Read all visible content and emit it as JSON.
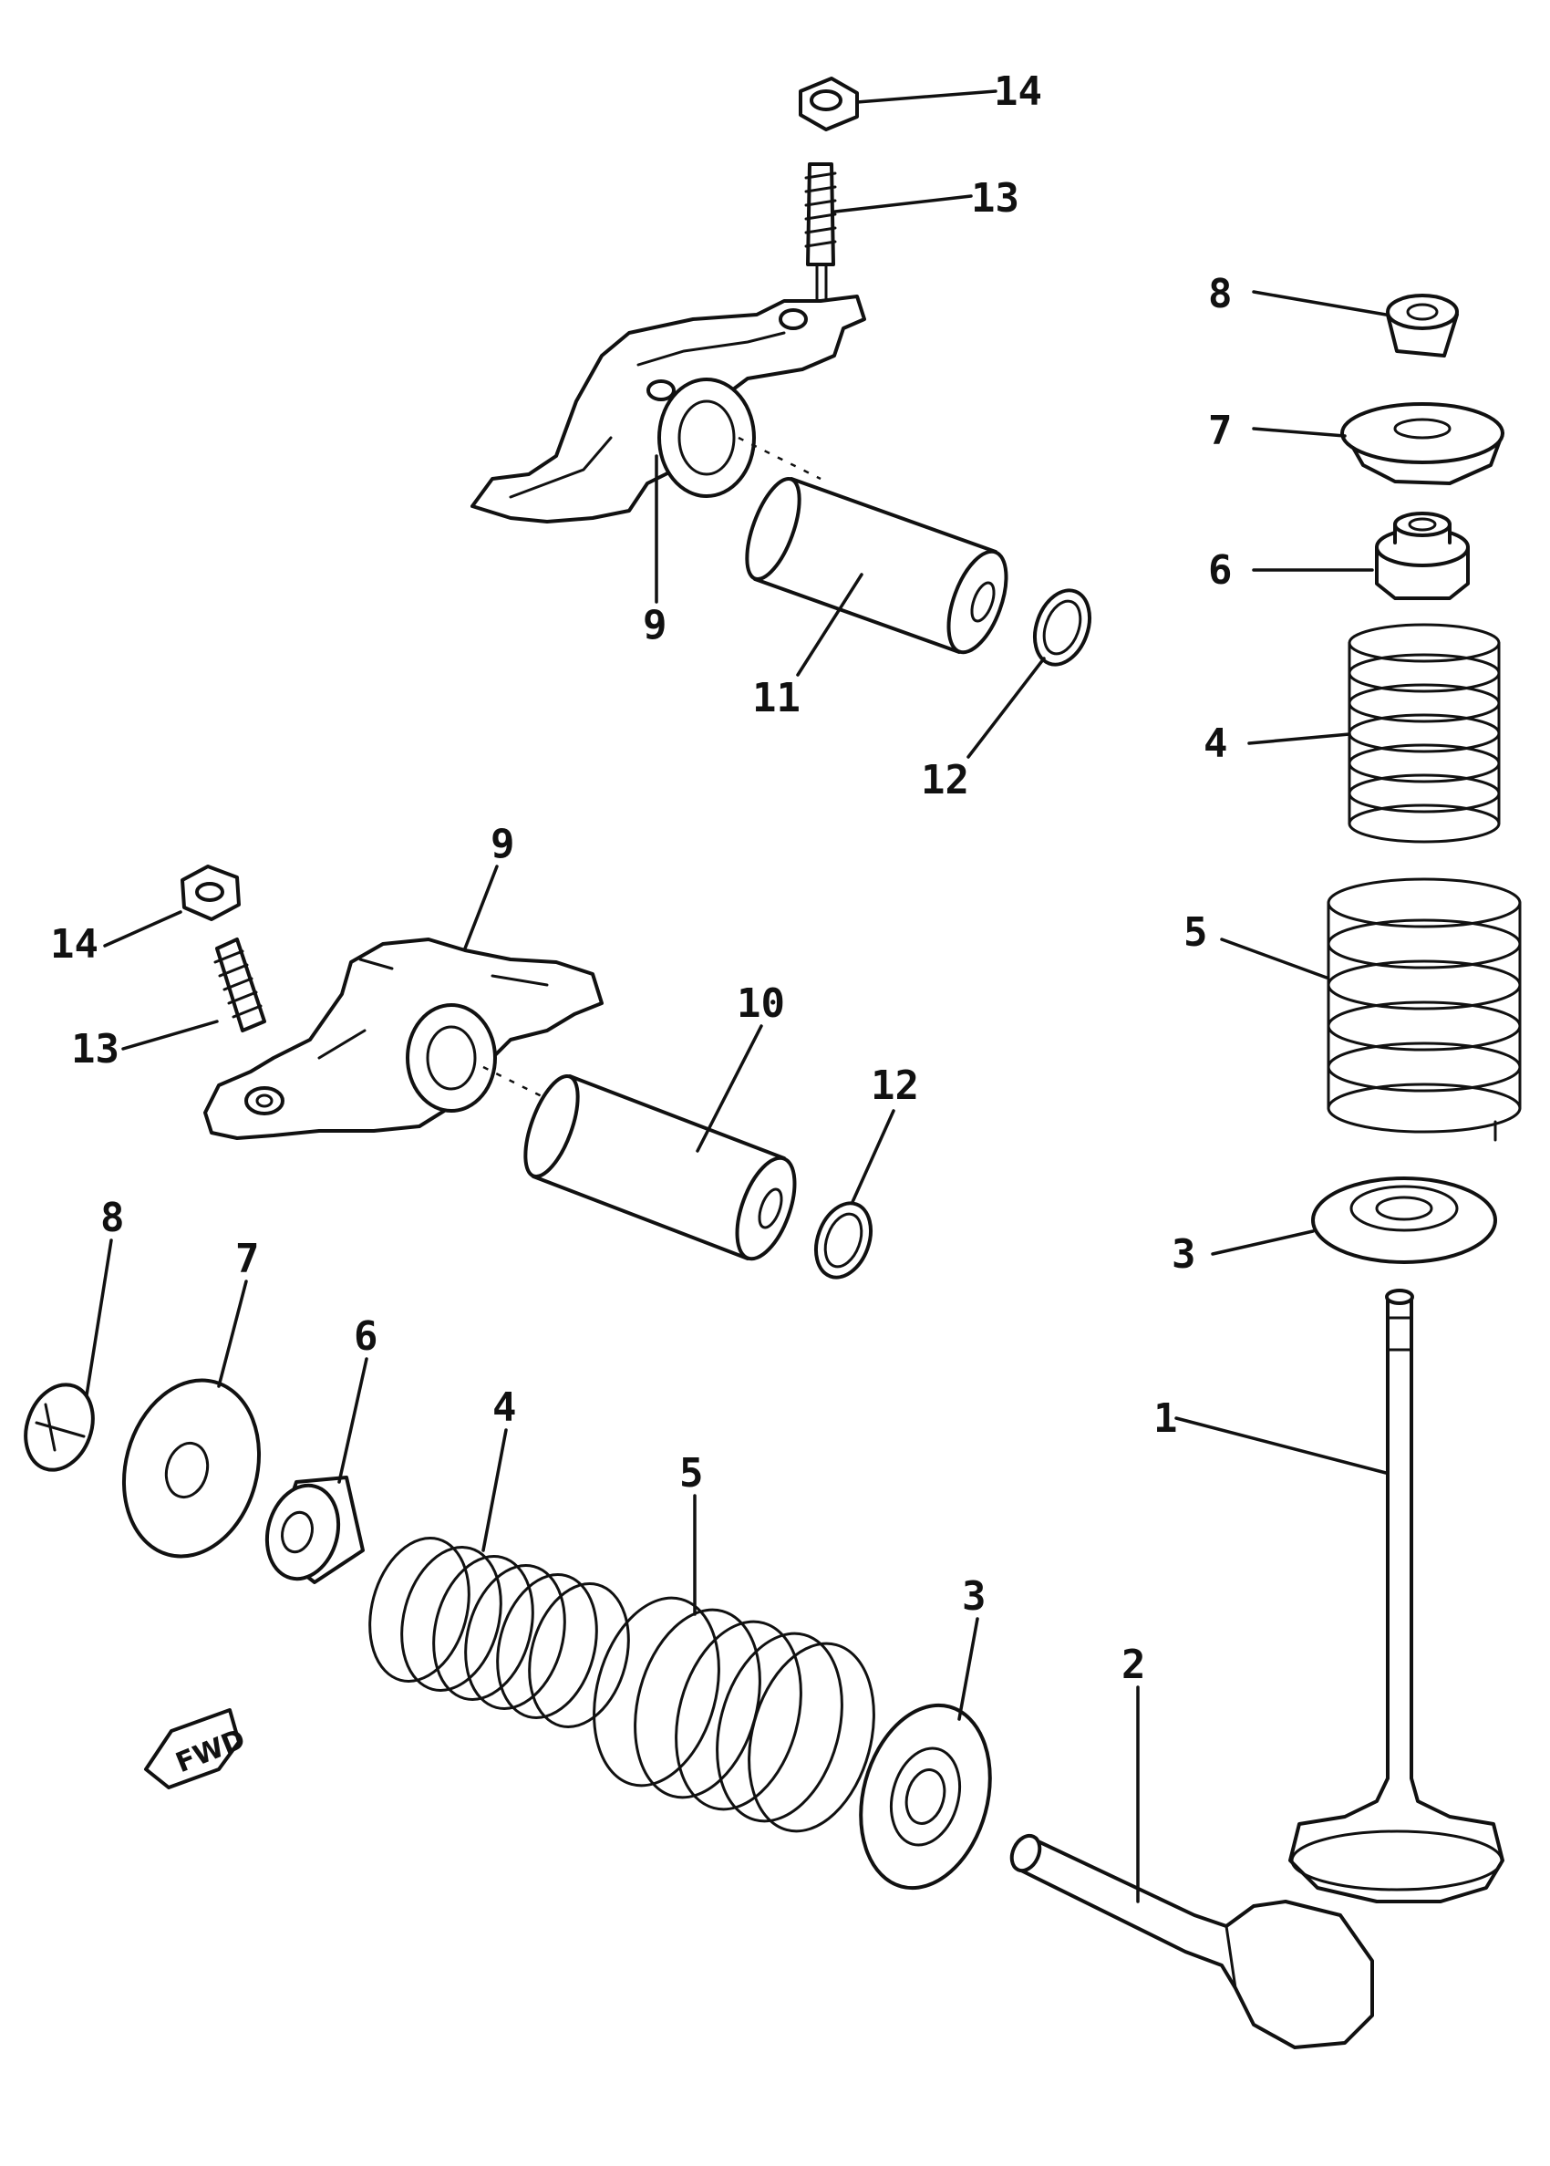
{
  "diagram": {
    "callouts": {
      "c14a": "14",
      "c13a": "13",
      "c8a": "8",
      "c7a": "7",
      "c6a": "6",
      "c9a": "9",
      "c11": "11",
      "c12a": "12",
      "c4a": "4",
      "c5a": "5",
      "c9b": "9",
      "c14b": "14",
      "c13b": "13",
      "c10": "10",
      "c12b": "12",
      "c3a": "3",
      "c8b": "8",
      "c7b": "7",
      "c6b": "6",
      "c4b": "4",
      "c5b": "5",
      "c1": "1",
      "c3b": "3",
      "c2": "2"
    },
    "fwd_label": "FWD"
  }
}
